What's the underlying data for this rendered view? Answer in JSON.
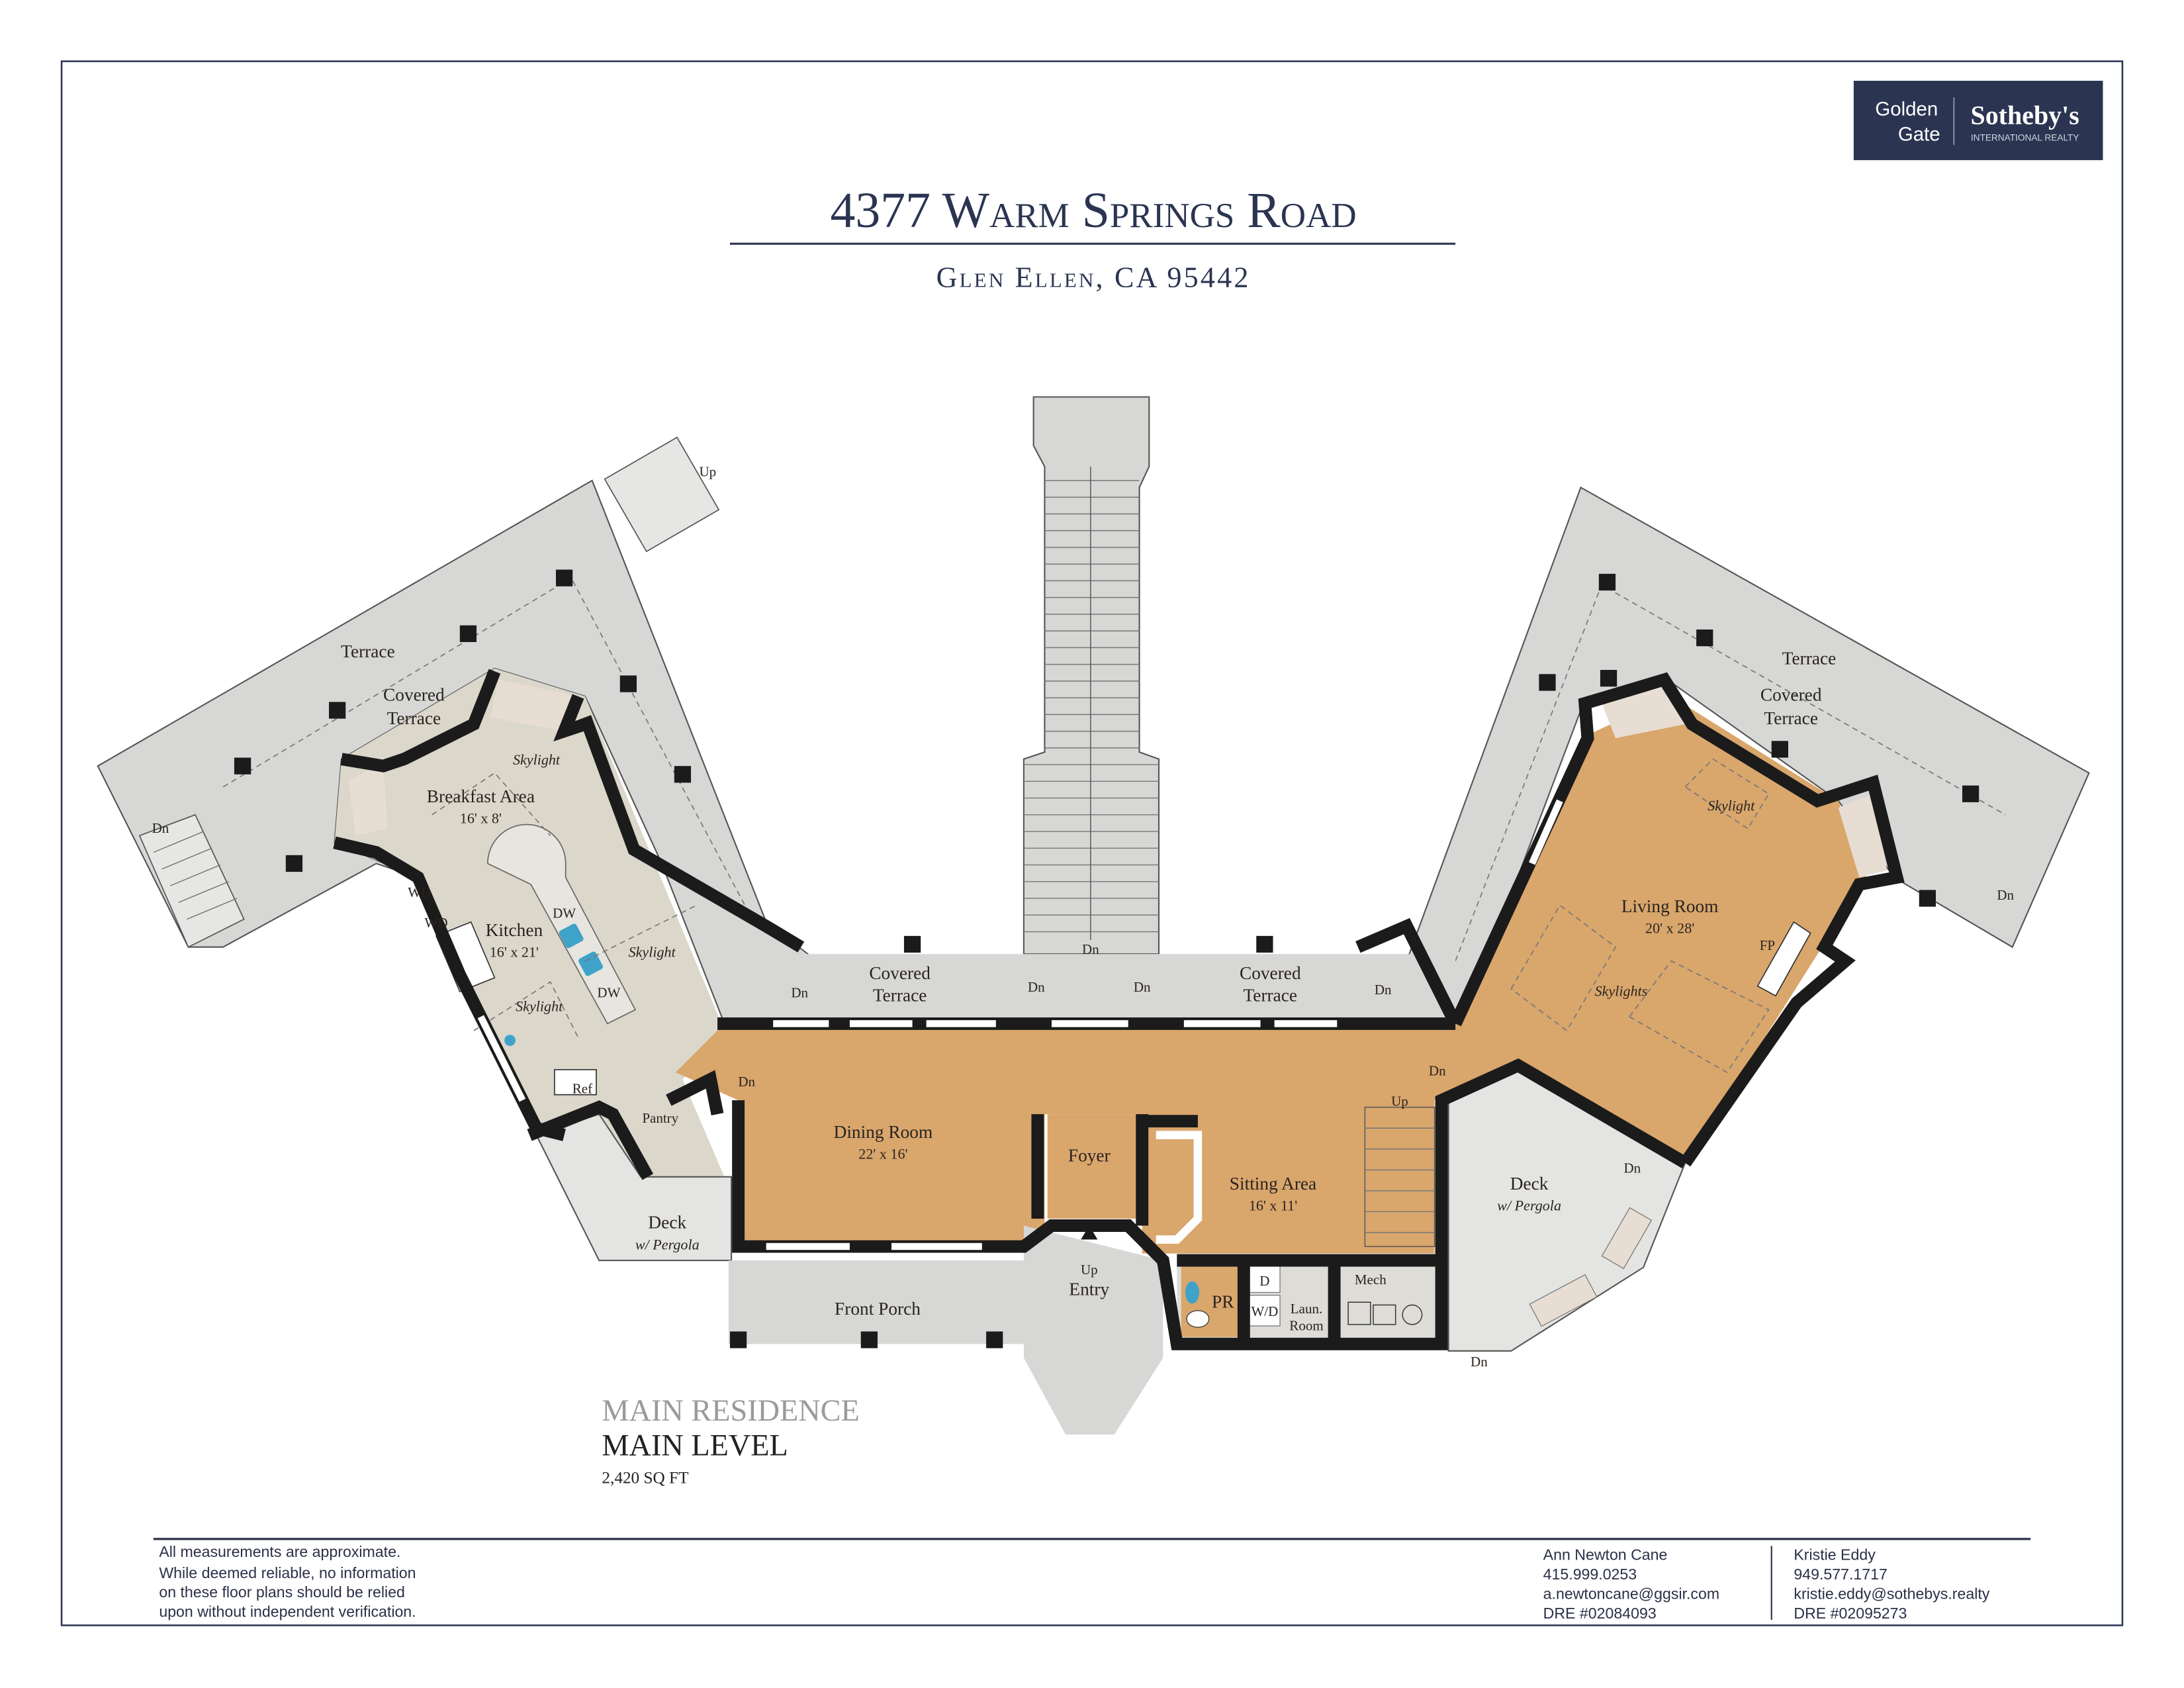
{
  "header": {
    "title": "4377 Warm Springs Road",
    "subtitle": "Glen Ellen, CA 95442"
  },
  "logo": {
    "line1": "Golden",
    "line2": "Gate",
    "brand": "Sotheby's",
    "tagline": "INTERNATIONAL REALTY",
    "color": "#2b3552"
  },
  "colors": {
    "wood_floor": "#d9a66c",
    "terrace": "#d7d7d5",
    "tile_floor": "#dbd7cb",
    "wall": "#1b1b1b",
    "navy": "#2b3552"
  },
  "rooms": {
    "terrace_left": "Terrace",
    "covered_terrace_left": [
      "Covered",
      "Terrace"
    ],
    "breakfast": {
      "name": "Breakfast Area",
      "dims": "16' x 8'"
    },
    "kitchen": {
      "name": "Kitchen",
      "dims": "16' x 21'"
    },
    "ref": "Ref",
    "pantry": "Pantry",
    "wd1": "WD",
    "wd2": "WD",
    "dw1": "DW",
    "dw2": "DW",
    "skylight": "Skylight",
    "skylights": "Skylights",
    "covered_terrace_center_left": [
      "Covered",
      "Terrace"
    ],
    "covered_terrace_center_right": [
      "Covered",
      "Terrace"
    ],
    "dining": {
      "name": "Dining Room",
      "dims": "22' x 16'"
    },
    "foyer": "Foyer",
    "sitting": {
      "name": "Sitting Area",
      "dims": "16' x 11'"
    },
    "deck_right": {
      "name": "Deck",
      "note": "w/ Pergola"
    },
    "deck_left": {
      "name": "Deck",
      "note": "w/ Pergola"
    },
    "entry": "Entry",
    "front_porch": "Front Porch",
    "pr": "PR",
    "d": "D",
    "wd": "W/D",
    "laundry": [
      "Laun.",
      "Room"
    ],
    "mech": "Mech",
    "living": {
      "name": "Living Room",
      "dims": "20' x 28'"
    },
    "fp": "FP",
    "terrace_right": "Terrace",
    "covered_terrace_right": [
      "Covered",
      "Terrace"
    ],
    "up": "Up",
    "dn": "Dn"
  },
  "floor_info": {
    "residence": "MAIN RESIDENCE",
    "level": "MAIN LEVEL",
    "area": "2,420 SQ FT"
  },
  "disclaimer": [
    "All measurements are approximate.",
    "While deemed reliable, no information",
    "on these floor plans should be relied",
    "upon without independent verification."
  ],
  "agents": [
    {
      "name": "Ann Newton Cane",
      "phone": "415.999.0253",
      "email": "a.newtoncane@ggsir.com",
      "dre": "DRE #02084093"
    },
    {
      "name": "Kristie Eddy",
      "phone": "949.577.1717",
      "email": "kristie.eddy@sothebys.realty",
      "dre": "DRE #02095273"
    }
  ]
}
